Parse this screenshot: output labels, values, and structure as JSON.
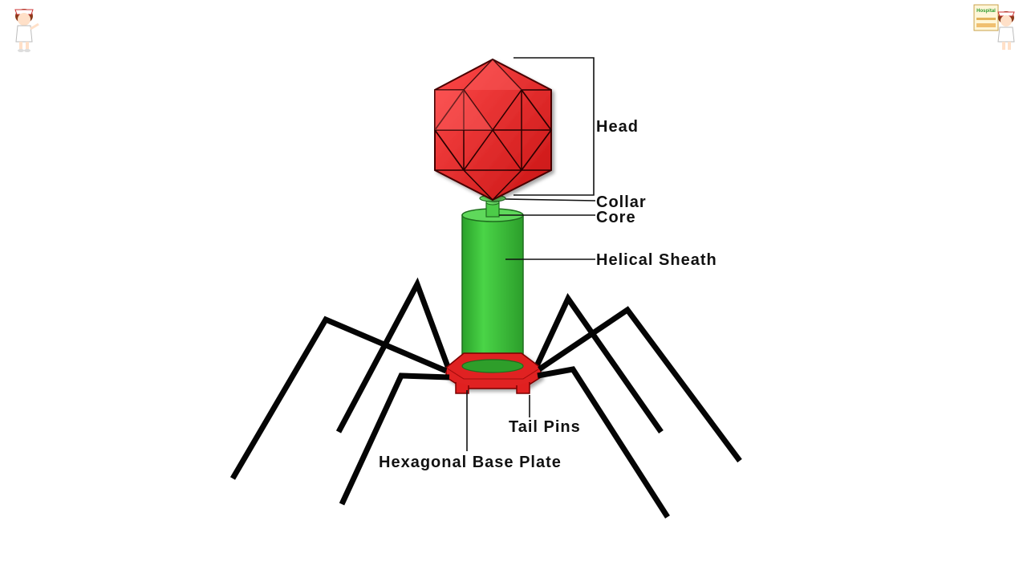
{
  "labels": {
    "head": "Head",
    "collar": "Collar",
    "core": "Core",
    "helical_sheath": "Helical Sheath",
    "tail_pins": "Tail Pins",
    "hexagonal_base_plate": "Hexagonal Base Plate"
  },
  "decorations": {
    "corner_sign_text": "Hospital"
  },
  "colors": {
    "capsid_red": "#e32222",
    "sheath_green": "#3cc63a",
    "collar_green": "#5fd95b",
    "base_plate_red": "#e02020",
    "leg_black": "#050505"
  }
}
